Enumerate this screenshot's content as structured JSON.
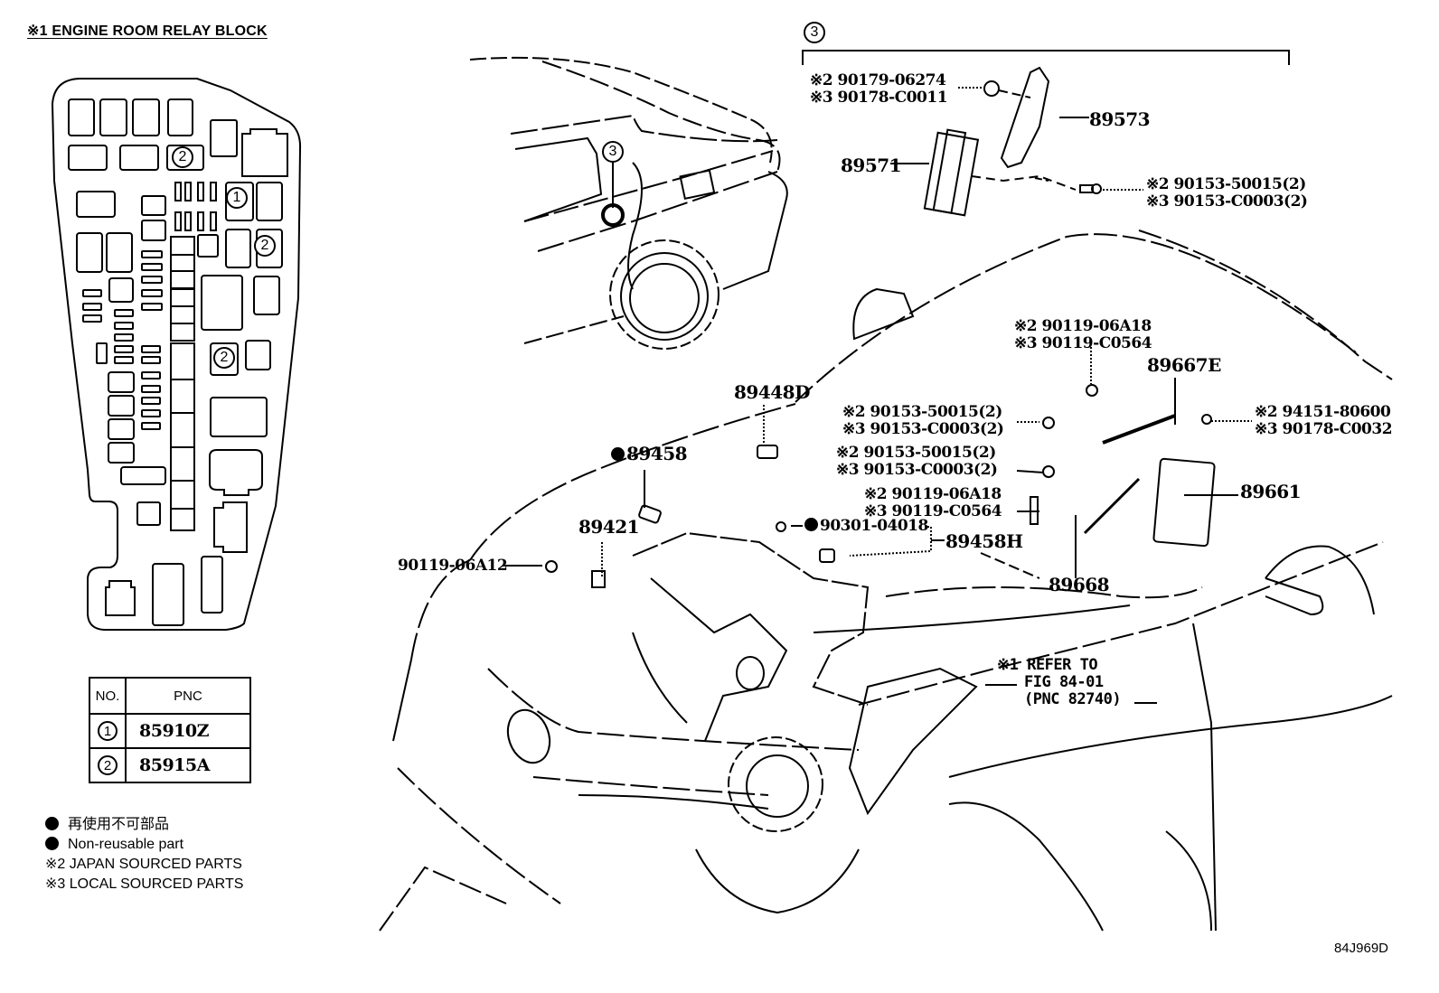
{
  "relay_block": {
    "title": "※1 ENGINE ROOM RELAY BLOCK",
    "markers": [
      {
        "label": "2"
      },
      {
        "label": "1"
      },
      {
        "label": "2"
      },
      {
        "label": "2"
      }
    ]
  },
  "pnc_table": {
    "headers": [
      "NO.",
      "PNC"
    ],
    "rows": [
      {
        "no": "1",
        "pnc": "85910Z"
      },
      {
        "no": "2",
        "pnc": "85915A"
      }
    ]
  },
  "legend": {
    "items": [
      {
        "symbol": "filled-dot",
        "text": "再使用不可部品"
      },
      {
        "symbol": "filled-dot",
        "text": "Non-reusable part"
      },
      {
        "symbol": "",
        "text": "※2 JAPAN SOURCED PARTS"
      },
      {
        "symbol": "",
        "text": "※3 LOCAL SOURCED PARTS"
      }
    ]
  },
  "callout_group": {
    "ref_marker": "3",
    "location_marker": "3"
  },
  "parts": {
    "p89573": "89573",
    "p89571": "89571",
    "p90179": [
      "※2 90179-06274",
      "※3 90178-C0011"
    ],
    "p90153_top": [
      "※2 90153-50015(2)",
      "※3 90153-C0003(2)"
    ],
    "p90119_upper": [
      "※2 90119-06A18",
      "※3 90119-C0564"
    ],
    "p89667E": "89667E",
    "p90153_mid1": [
      "※2 90153-50015(2)",
      "※3 90153-C0003(2)"
    ],
    "p94151": [
      "※2 94151-80600",
      "※3 90178-C0032"
    ],
    "p90153_mid2": [
      "※2 90153-50015(2)",
      "※3 90153-C0003(2)"
    ],
    "p89661": "89661",
    "p90119_lower": [
      "※2 90119-06A18",
      "※3 90119-C0564"
    ],
    "p90301": "90301-04018",
    "p89458H": "89458H",
    "p89668": "89668",
    "p89448D": "89448D",
    "p89458": "89458",
    "p89421": "89421",
    "p90119_06A12": "90119-06A12",
    "refer": [
      "※1 REFER TO",
      "FIG 84-01",
      "(PNC 82740)"
    ]
  },
  "figure_code": "84J969D"
}
